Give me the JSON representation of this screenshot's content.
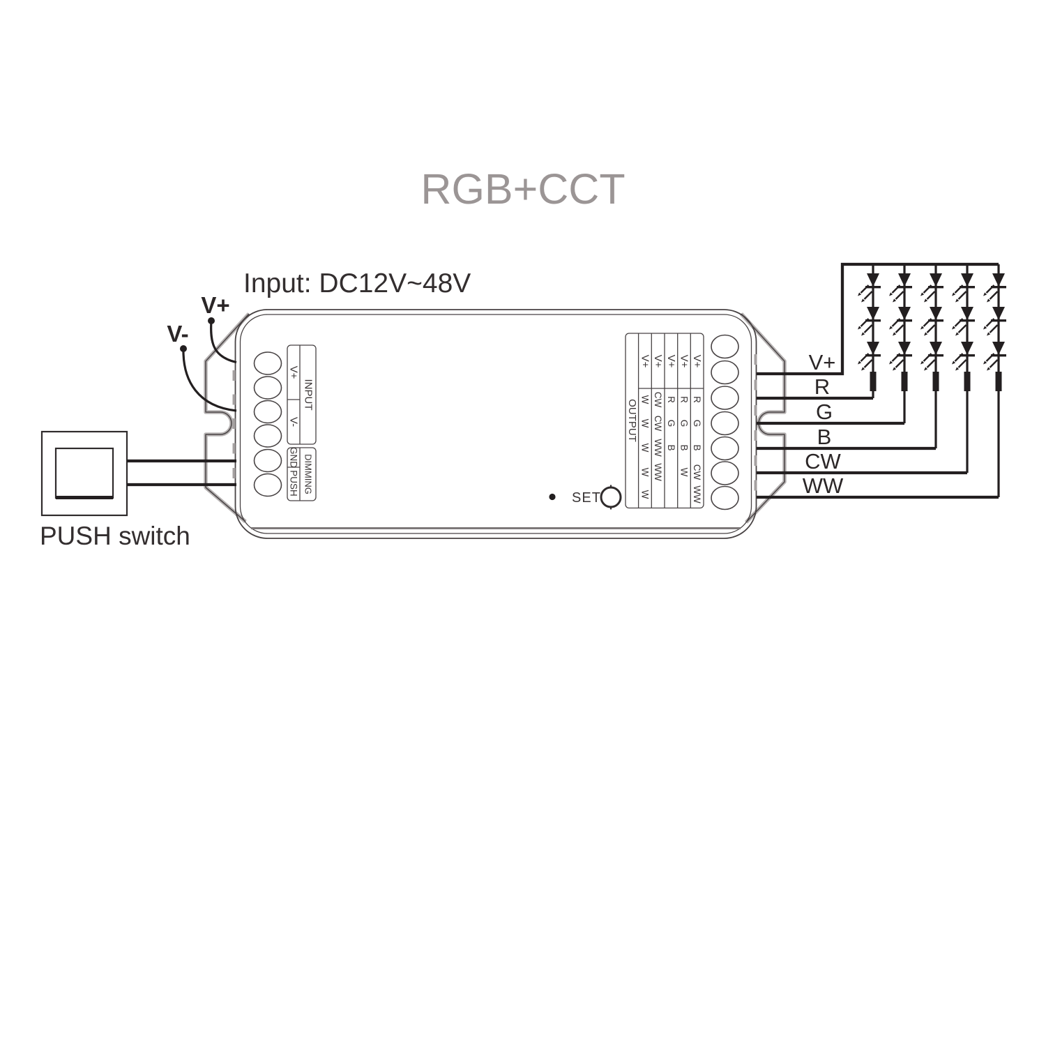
{
  "title": "RGB+CCT",
  "input_spec": "Input: DC12V~48V",
  "power_input": {
    "positive": "V+",
    "negative": "V-"
  },
  "push_switch_label": "PUSH switch",
  "set_button_label": "SET",
  "input_panel": {
    "terminals": [
      "V+",
      "V-",
      "GND",
      "PUSH"
    ],
    "groups": [
      "INPUT",
      "DIMMING"
    ]
  },
  "output_panel": {
    "header": "OUTPUT",
    "mode_columns": [
      {
        "cells": [
          "V+",
          "W",
          "W",
          "W",
          "W",
          "W"
        ]
      },
      {
        "cells": [
          "V+",
          "CW",
          "CW",
          "WW",
          "WW",
          ""
        ]
      },
      {
        "cells": [
          "V+",
          "R",
          "G",
          "B",
          "",
          ""
        ]
      },
      {
        "cells": [
          "V+",
          "R",
          "G",
          "B",
          "W",
          ""
        ]
      },
      {
        "cells": [
          "V+",
          "R",
          "G",
          "B",
          "CW",
          "WW"
        ]
      }
    ]
  },
  "output_wire_labels": [
    "V+",
    "R",
    "G",
    "B",
    "CW",
    "WW"
  ],
  "led_array": {
    "strings": 5,
    "leds_per_string": 3,
    "resistors_per_string": 1
  },
  "colors": {
    "wire": "#231f20",
    "device_outline": "#474243",
    "title_gray": "#9b9595",
    "flange_gray": "#b7b3b3"
  }
}
